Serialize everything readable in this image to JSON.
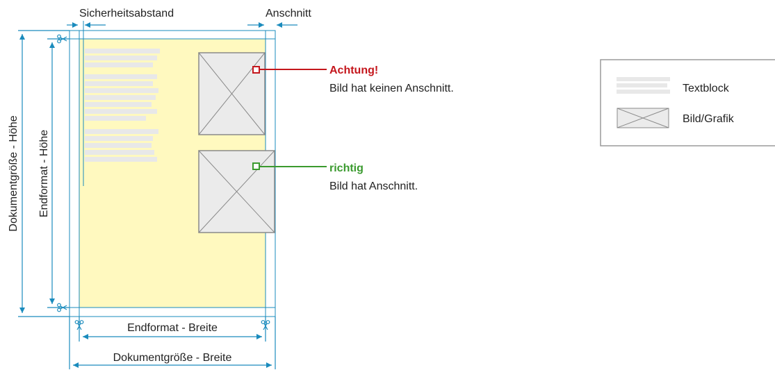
{
  "labels": {
    "safety_margin": "Sicherheitsabstand",
    "bleed": "Anschnitt",
    "doc_height": "Dokumentgröße - Höhe",
    "final_height": "Endformat - Höhe",
    "final_width": "Endformat - Breite",
    "doc_width": "Dokumentgröße - Breite"
  },
  "callouts": {
    "warning": {
      "title": "Achtung!",
      "text": "Bild hat keinen Anschnitt.",
      "color": "#c4161c"
    },
    "correct": {
      "title": "richtig",
      "text": "Bild hat Anschnitt.",
      "color": "#3a9a2e"
    }
  },
  "legend": {
    "textblock": "Textblock",
    "image": "Bild/Grafik"
  },
  "colors": {
    "dimension_line": "#1a8bbd",
    "page_fill": "#fff9bf",
    "placeholder_fill": "#ebebeb",
    "placeholder_stroke": "#8a8a8a",
    "text_bars": "#e8e8e8",
    "legend_border": "#9a9a9a"
  },
  "icons": [
    "scissors-icon",
    "image-placeholder-icon",
    "textblock-icon"
  ]
}
